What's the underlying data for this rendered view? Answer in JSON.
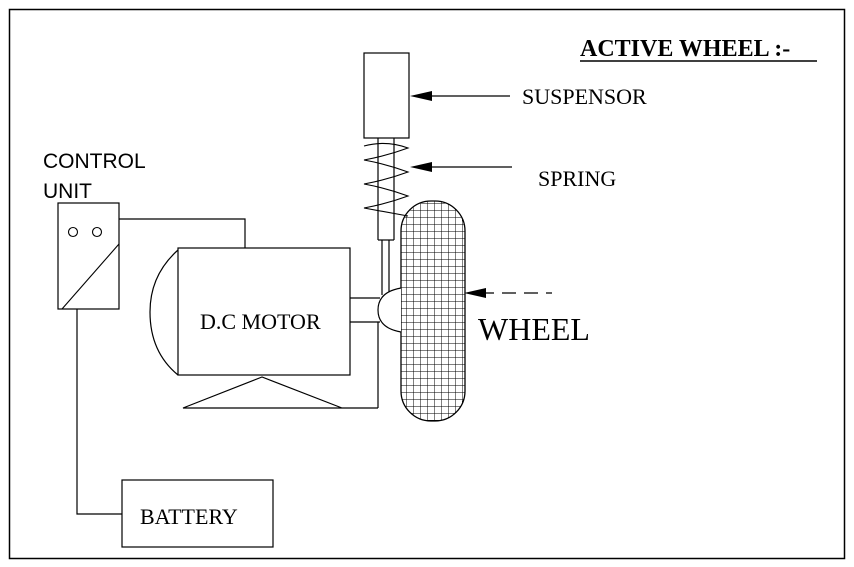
{
  "title": "ACTIVE WHEEL :-",
  "labels": {
    "suspensor": "SUSPENSOR",
    "spring": "SPRING",
    "wheel": "WHEEL",
    "control_unit_line1": "CONTROL",
    "control_unit_line2": "UNIT",
    "motor": "D.C MOTOR",
    "battery": "BATTERY"
  }
}
